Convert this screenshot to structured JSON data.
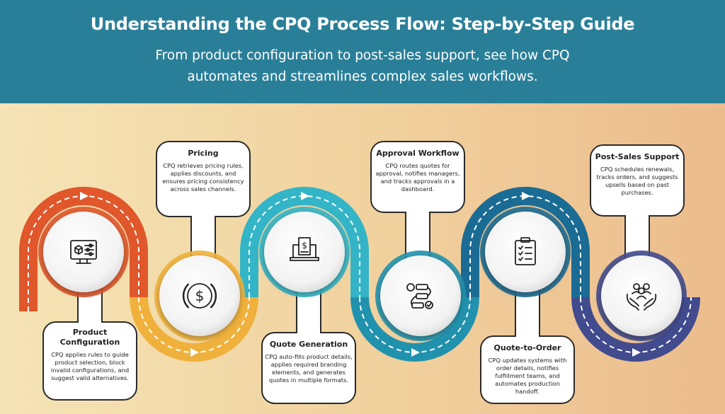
{
  "header": {
    "title": "Understanding the CPQ Process Flow: Step-by-Step Guide",
    "subtitle": "From product configuration to post-sales support, see how CPQ automates and streamlines complex sales workflows."
  },
  "colors": {
    "header": "#2a7f98",
    "step1": "#e0572b",
    "step2": "#f0b13c",
    "step3": "#33b5c7",
    "step4": "#2192ae",
    "step5": "#1b6c94",
    "step6": "#414b8e"
  },
  "steps": [
    {
      "title": "Product Configuration",
      "text": "CPQ applies rules to guide product selection, block invalid configurations, and suggest valid alternatives.",
      "icon": "monitor-settings-icon"
    },
    {
      "title": "Pricing",
      "text": "CPQ retrieves pricing rules, applies discounts, and ensures pricing consistency across sales channels.",
      "icon": "dollar-coin-icon"
    },
    {
      "title": "Quote Generation",
      "text": "CPQ auto-fills product details, applies required branding elements, and generates quotes in multiple formats.",
      "icon": "laptop-invoice-icon"
    },
    {
      "title": "Approval Workflow",
      "text": "CPQ routes quotes for approval, notifies managers, and tracks approvals in a dashboard.",
      "icon": "workflow-gear-icon"
    },
    {
      "title": "Quote-to-Order",
      "text": "CPQ updates systems with order details, notifies fulfillment teams, and automates production handoff.",
      "icon": "clipboard-checklist-icon"
    },
    {
      "title": "Post-Sales Support",
      "text": "CPQ schedules renewals, tracks orders, and suggests upsells based on past purchases.",
      "icon": "hands-people-icon"
    }
  ]
}
